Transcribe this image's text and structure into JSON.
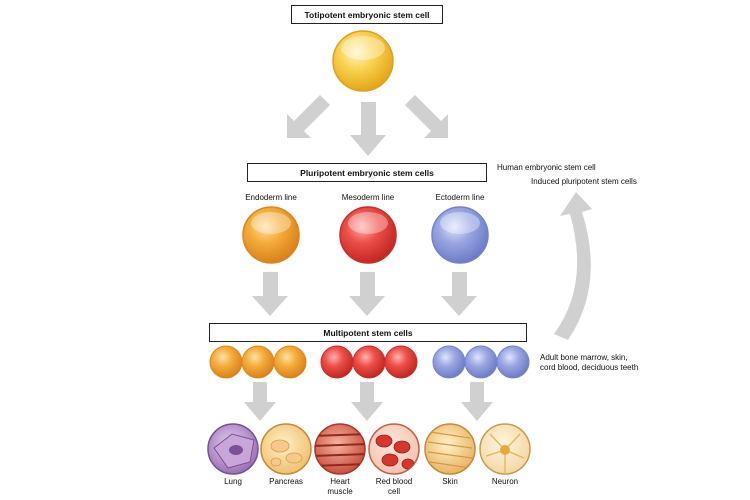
{
  "titles": {
    "totipotent": "Totipotent embryonic stem cell",
    "pluripotent": "Pluripotent embryonic stem cells",
    "multipotent": "Multipotent stem cells"
  },
  "lines": {
    "endoderm": "Endoderm line",
    "mesoderm": "Mesoderm line",
    "ectoderm": "Ectoderm line"
  },
  "side_notes": {
    "human_embryonic": "Human embryonic stem cell",
    "induced": "Induced pluripotent stem cells",
    "adult_line1": "Adult bone marrow, skin,",
    "adult_line2": "cord blood, deciduous teeth"
  },
  "cells": {
    "lung": "Lung",
    "pancreas": "Pancreas",
    "heart_1": "Heart",
    "heart_2": "muscle",
    "rbc_1": "Red blood",
    "rbc_2": "cell",
    "skin": "Skin",
    "neuron": "Neuron"
  },
  "colors": {
    "totipotent": "#f5c033",
    "endoderm": "#f1a22a",
    "mesoderm": "#e8423f",
    "ectoderm": "#8d9bd8",
    "arrow": "#d0d0d0"
  }
}
